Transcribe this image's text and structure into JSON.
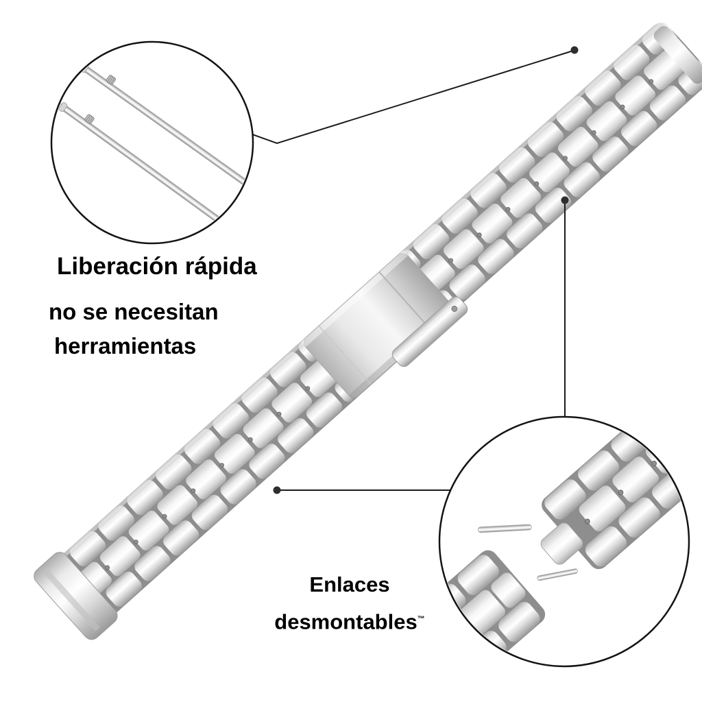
{
  "labels": {
    "quick_release_title": "Liberación rápida",
    "quick_release_sub1": "no se necesitan",
    "quick_release_sub2": "herramientas",
    "removable_links_line1": "Enlaces",
    "removable_links_line2": "desmontables",
    "removable_links_mark": "™"
  },
  "colors": {
    "background": "#ffffff",
    "text": "#000000",
    "callout_outline": "#141414",
    "connector_line": "#1a1a1a",
    "steel_highlight": "#ffffff",
    "steel_light": "#efefef",
    "steel_mid": "#c9c9c9",
    "steel_dark": "#9a9a9a",
    "steel_shadow": "#8e8e8e"
  }
}
